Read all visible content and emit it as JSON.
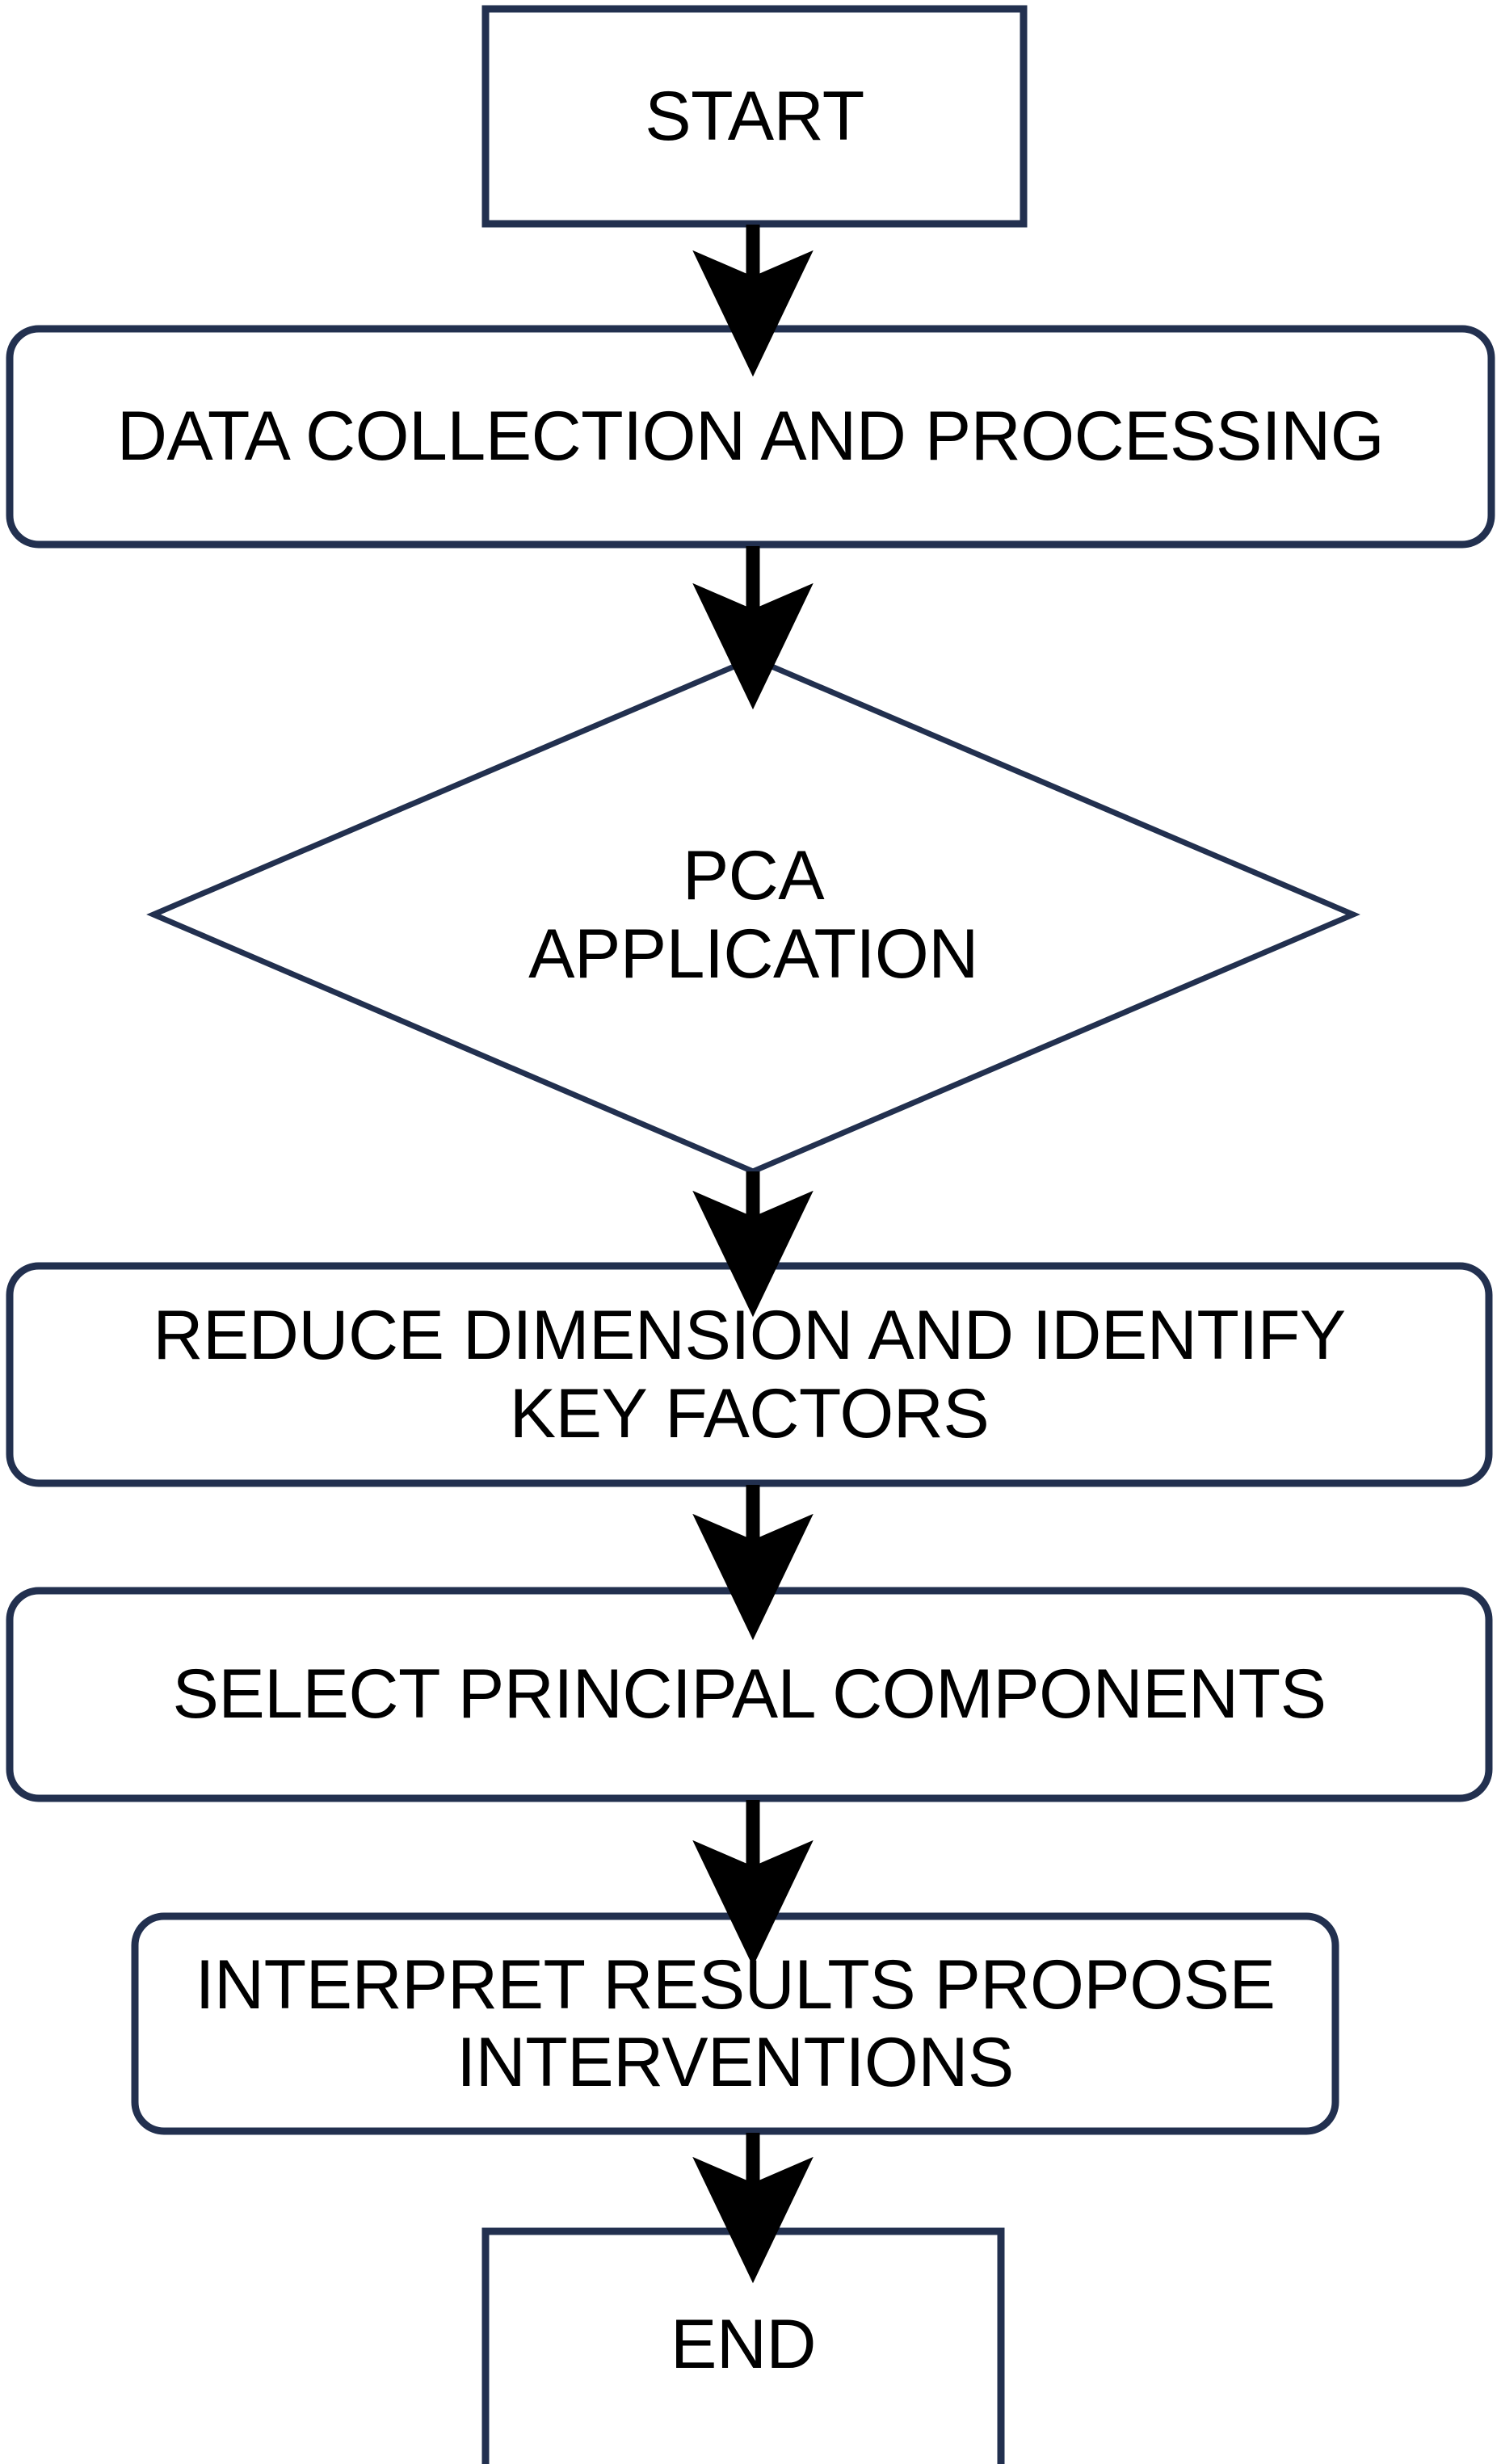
{
  "diagram": {
    "type": "flowchart",
    "orientation": "vertical-top-to-bottom",
    "title": "PCA Methodology Flowchart",
    "colors": {
      "shape_stroke": "#22304F",
      "shape_fill": "#FFFFFF",
      "arrow": "#000000",
      "text": "#000000",
      "background": "#FFFFFF"
    },
    "nodes": [
      {
        "id": "start",
        "shape": "rectangle",
        "label": "START",
        "lines": [
          "START"
        ]
      },
      {
        "id": "data-collection",
        "shape": "rounded-rectangle",
        "label": "DATA COLLECTION AND PROCESSING",
        "lines": [
          "DATA COLLECTION AND PROCESSING"
        ]
      },
      {
        "id": "pca-application",
        "shape": "diamond",
        "label": "PCA APPLICATION",
        "lines": [
          "PCA",
          "APPLICATION"
        ]
      },
      {
        "id": "reduce-dimension",
        "shape": "rounded-rectangle",
        "label": "REDUCE DIMENSION AND IDENTIFY KEY FACTORS",
        "lines": [
          "REDUCE DIMENSION AND IDENTIFY",
          "KEY FACTORS"
        ]
      },
      {
        "id": "select-principal-components",
        "shape": "rounded-rectangle",
        "label": "SELECT PRINCIPAL COMPONENTS",
        "lines": [
          "SELECT PRINCIPAL COMPONENTS"
        ]
      },
      {
        "id": "interpret-results",
        "shape": "rounded-rectangle",
        "label": "INTERPRET RESULTS PROPOSE INTERVENTIONS",
        "lines": [
          "INTERPRET RESULTS PROPOSE",
          "INTERVENTIONS"
        ]
      },
      {
        "id": "end",
        "shape": "rectangle",
        "label": "END",
        "lines": [
          "END"
        ]
      }
    ],
    "edges": [
      {
        "id": "e1",
        "from": "start",
        "to": "data-collection",
        "label": "",
        "arrowhead": "solid-triangle"
      },
      {
        "id": "e2",
        "from": "data-collection",
        "to": "pca-application",
        "label": "",
        "arrowhead": "solid-triangle"
      },
      {
        "id": "e3",
        "from": "pca-application",
        "to": "reduce-dimension",
        "label": "",
        "arrowhead": "solid-triangle"
      },
      {
        "id": "e4",
        "from": "reduce-dimension",
        "to": "select-principal-components",
        "label": "",
        "arrowhead": "solid-triangle"
      },
      {
        "id": "e5",
        "from": "select-principal-components",
        "to": "interpret-results",
        "label": "",
        "arrowhead": "solid-triangle"
      },
      {
        "id": "e6",
        "from": "interpret-results",
        "to": "end",
        "label": "",
        "arrowhead": "solid-triangle"
      }
    ]
  },
  "labels": {
    "start": "START",
    "data_collection": "DATA COLLECTION AND PROCESSING",
    "pca_application": "PCA\nAPPLICATION",
    "reduce_dimension": "REDUCE DIMENSION AND IDENTIFY\nKEY FACTORS",
    "select_principal_components": "SELECT PRINCIPAL COMPONENTS",
    "interpret_results": "INTERPRET RESULTS PROPOSE\nINTERVENTIONS",
    "end": "END"
  }
}
